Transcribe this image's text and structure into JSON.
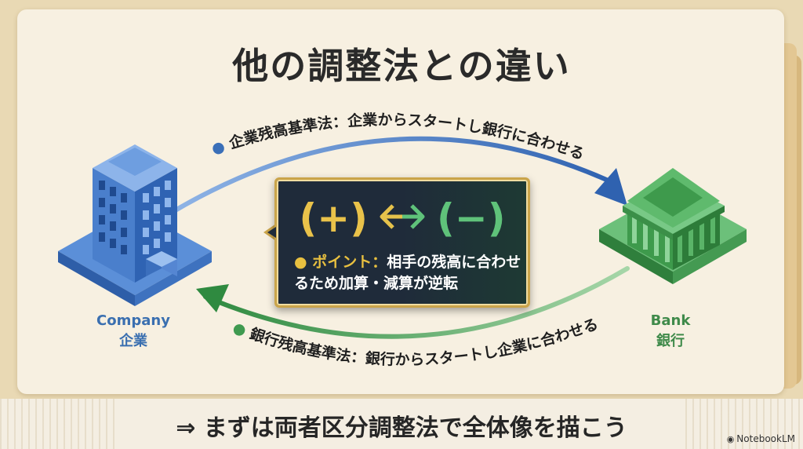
{
  "title": "他の調整法との違い",
  "top_arrow": {
    "bullet": "●",
    "label": "企業残高基準法：企業からスタートし銀行に合わせる",
    "color": "#3a6fb8"
  },
  "bottom_arrow": {
    "bullet": "●",
    "label": "銀行残高基準法：銀行からスタートし企業に合わせる",
    "color": "#3f9a50"
  },
  "company": {
    "label_en": "Company",
    "label_ja": "企業",
    "icon": "office-building-icon",
    "color": "#3a6fb0"
  },
  "bank": {
    "label_en": "Bank",
    "label_ja": "銀行",
    "icon": "bank-building-icon",
    "color": "#3f8a4a"
  },
  "center": {
    "plus": "(+)",
    "arrows": "⇔",
    "minus": "(−)",
    "bullet": "●",
    "point_label": "ポイント：",
    "point_text": "相手の残高に合わせるため加算・減算が逆転"
  },
  "conclusion": "⇒ まずは両者区分調整法で全体像を描こう",
  "watermark": "NotebookLM"
}
